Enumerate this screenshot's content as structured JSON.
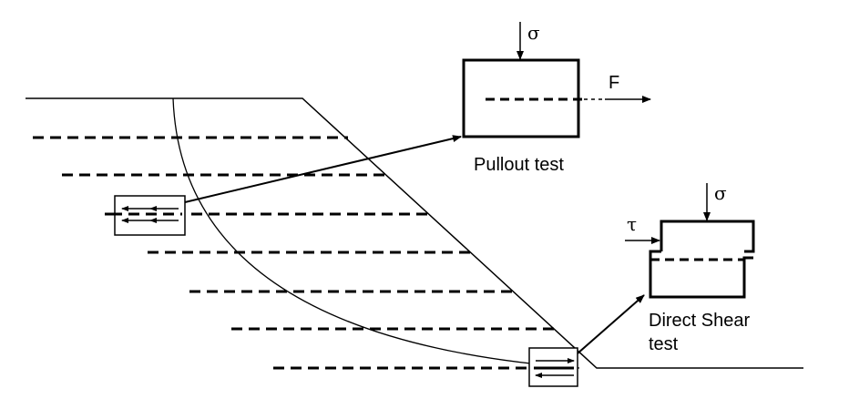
{
  "diagram": {
    "labels": {
      "pullout_sigma": "σ",
      "pullout_force": "F",
      "pullout_caption": "Pullout test",
      "shear_sigma": "σ",
      "shear_tau": "τ",
      "shear_caption_line1": "Direct Shear",
      "shear_caption_line2": "test"
    },
    "colors": {
      "stroke": "#000000",
      "background": "#ffffff"
    }
  }
}
